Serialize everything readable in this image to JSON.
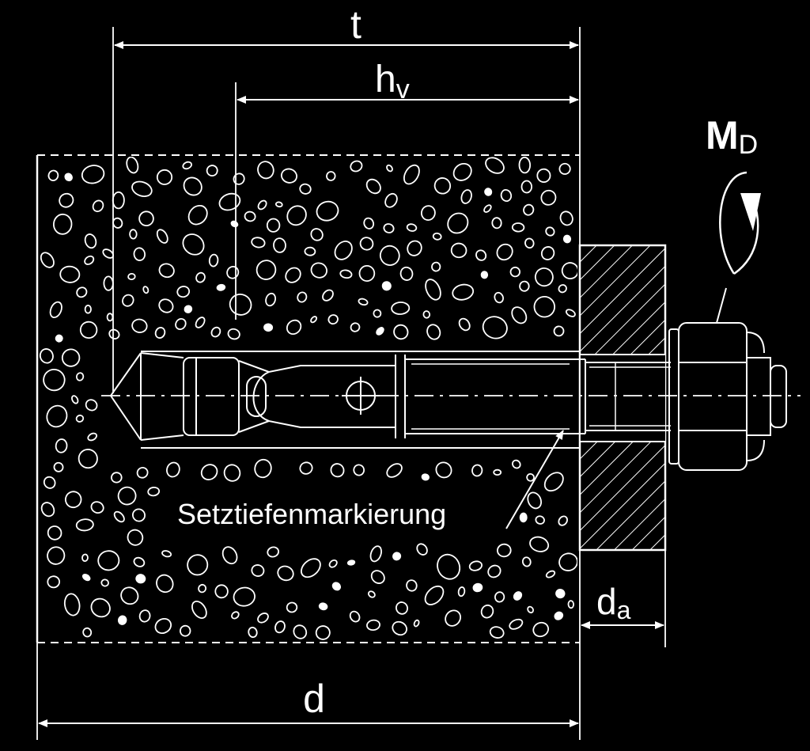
{
  "diagram": {
    "labels": {
      "t": "t",
      "h_main": "h",
      "h_sub": "v",
      "d": "d",
      "da_main": "d",
      "da_sub": "a",
      "md_main": "M",
      "md_sub": "D",
      "marking": "Setztiefenmarkierung"
    },
    "colors": {
      "background": "#000000",
      "line": "#ffffff"
    }
  }
}
